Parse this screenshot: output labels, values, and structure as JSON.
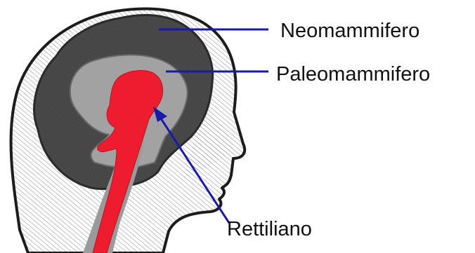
{
  "labels": {
    "neomammifero": "Neomammifero",
    "paleomammifero": "Paleomammifero",
    "rettiliano": "Rettiliano"
  },
  "colors": {
    "neocortex": "#4a4a4a",
    "limbic": "#a2a2a2",
    "reptilian": "#ee1c2f",
    "pointer": "#1a1aa8",
    "outline": "#1c1c1c",
    "hatch": "#8a8a8a"
  },
  "icons": {
    "head": "head-silhouette-icon",
    "neocortex": "neocortex-layer-icon",
    "limbic": "limbic-layer-icon",
    "brainstem": "reptilian-brain-icon"
  }
}
